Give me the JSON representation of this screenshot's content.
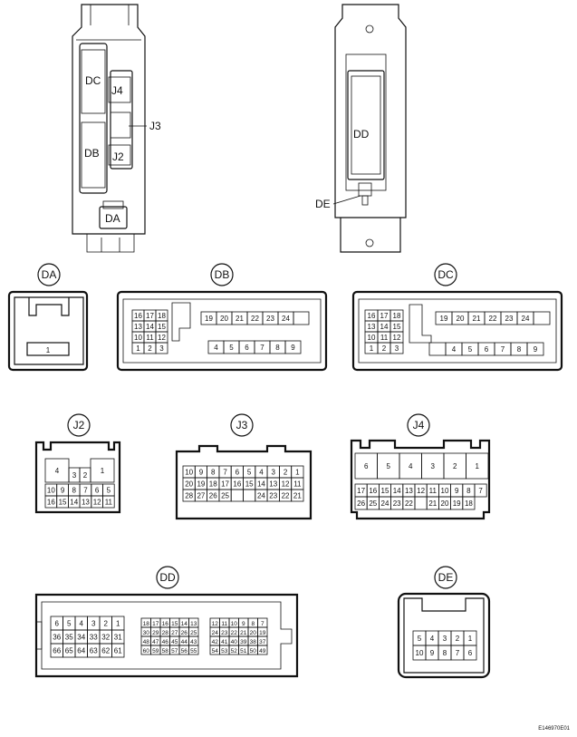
{
  "labels": {
    "view_dc": "DC",
    "view_j4": "J4",
    "view_j3": "J3",
    "view_db": "DB",
    "view_j2": "J2",
    "view_da": "DA",
    "view_dd": "DD",
    "view_de": "DE"
  },
  "connectors": {
    "da": {
      "name": "DA",
      "pins": [
        "1"
      ]
    },
    "db": {
      "name": "DB",
      "grid": [
        [
          "16",
          "17",
          "18"
        ],
        [
          "13",
          "14",
          "15"
        ],
        [
          "10",
          "11",
          "12"
        ],
        [
          "1",
          "2",
          "3"
        ]
      ],
      "top_row": [
        "19",
        "20",
        "21",
        "22",
        "23",
        "24",
        ""
      ],
      "bottom_row": [
        "4",
        "5",
        "6",
        "7",
        "8",
        "9"
      ]
    },
    "dc": {
      "name": "DC",
      "grid": [
        [
          "16",
          "17",
          "18"
        ],
        [
          "13",
          "14",
          "15"
        ],
        [
          "10",
          "11",
          "12"
        ],
        [
          "1",
          "2",
          "3"
        ]
      ],
      "top_row": [
        "19",
        "20",
        "21",
        "22",
        "23",
        "24",
        ""
      ],
      "bottom_row": [
        "",
        "4",
        "5",
        "6",
        "7",
        "8",
        "9"
      ]
    },
    "j2": {
      "name": "J2",
      "top_left": "4",
      "top_mid": [
        "3",
        "2"
      ],
      "top_right": "1",
      "row2": [
        "10",
        "9",
        "8",
        "7",
        "6",
        "5"
      ],
      "row3": [
        "16",
        "15",
        "14",
        "13",
        "12",
        "11"
      ]
    },
    "j3": {
      "name": "J3",
      "row1": [
        "10",
        "9",
        "8",
        "7",
        "6",
        "5",
        "4",
        "3",
        "2",
        "1"
      ],
      "row2": [
        "20",
        "19",
        "18",
        "17",
        "16",
        "15",
        "14",
        "13",
        "12",
        "11"
      ],
      "row3": [
        "28",
        "27",
        "26",
        "25",
        "",
        "",
        "24",
        "23",
        "22",
        "21"
      ]
    },
    "j4": {
      "name": "J4",
      "top": [
        "6",
        "5",
        "4",
        "3",
        "2",
        "1"
      ],
      "row2": [
        "17",
        "16",
        "15",
        "14",
        "13",
        "12",
        "11",
        "10",
        "9",
        "8",
        "7"
      ],
      "row3": [
        "26",
        "25",
        "24",
        "23",
        "22",
        "",
        "21",
        "20",
        "19",
        "18"
      ]
    },
    "dd": {
      "name": "DD",
      "g1": [
        [
          "6",
          "5",
          "4",
          "3",
          "2",
          "1"
        ],
        [
          "36",
          "35",
          "34",
          "33",
          "32",
          "31"
        ],
        [
          "66",
          "65",
          "64",
          "63",
          "62",
          "61"
        ]
      ],
      "g2": [
        [
          "18",
          "17",
          "16",
          "15",
          "14",
          "13"
        ],
        [
          "30",
          "29",
          "28",
          "27",
          "26",
          "25"
        ],
        [
          "48",
          "47",
          "46",
          "45",
          "44",
          "43"
        ],
        [
          "60",
          "59",
          "58",
          "57",
          "56",
          "55"
        ]
      ],
      "g3": [
        [
          "12",
          "11",
          "10",
          "9",
          "8",
          "7"
        ],
        [
          "24",
          "23",
          "22",
          "21",
          "20",
          "19"
        ],
        [
          "42",
          "41",
          "40",
          "39",
          "38",
          "37"
        ],
        [
          "54",
          "53",
          "52",
          "51",
          "50",
          "49"
        ]
      ]
    },
    "de": {
      "name": "DE",
      "row1": [
        "5",
        "4",
        "3",
        "2",
        "1"
      ],
      "row2": [
        "10",
        "9",
        "8",
        "7",
        "6"
      ]
    }
  },
  "ref_code": "E146970E01"
}
